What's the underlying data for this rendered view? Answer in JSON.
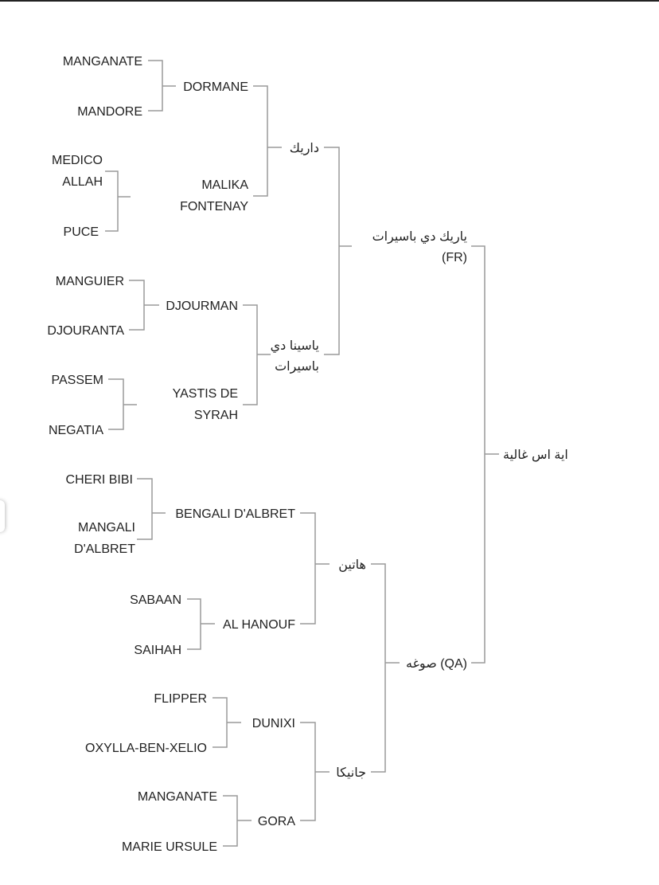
{
  "pedigree": {
    "root": "اية اس غالية",
    "sire": {
      "name": "ياريك دي باسيرات",
      "country": "(FR)"
    },
    "dam": {
      "name": "صوغه (QA)"
    },
    "sire_sire": "داريك",
    "sire_dam": [
      "ياسينا دي",
      "باسيرات"
    ],
    "dam_sire": "هاتين",
    "dam_dam": "جانيكا",
    "ggen": {
      "dormane": "DORMANE",
      "malika": [
        "MALIKA",
        "FONTENAY"
      ],
      "djourman": "DJOURMAN",
      "yastis": [
        "YASTIS DE",
        "SYRAH"
      ],
      "bengali": "BENGALI D'ALBRET",
      "alhanouf": "AL HANOUF",
      "dunixi": "DUNIXI",
      "gora": "GORA"
    },
    "gggen": {
      "manganate_1": "MANGANATE",
      "mandore": "MANDORE",
      "medico": "MEDICO",
      "allah": "ALLAH",
      "puce": "PUCE",
      "manguier": "MANGUIER",
      "djouranta": "DJOURANTA",
      "passem": "PASSEM",
      "negatia": "NEGATIA",
      "cheribibi": "CHERI BIBI",
      "mangali": [
        "MANGALI",
        "D'ALBRET"
      ],
      "sabaan": "SABAAN",
      "saihah": "SAIHAH",
      "flipper": "FLIPPER",
      "oxylla": "OXYLLA-BEN-XELIO",
      "manganate_2": "MANGANATE",
      "marie": "MARIE URSULE"
    }
  }
}
